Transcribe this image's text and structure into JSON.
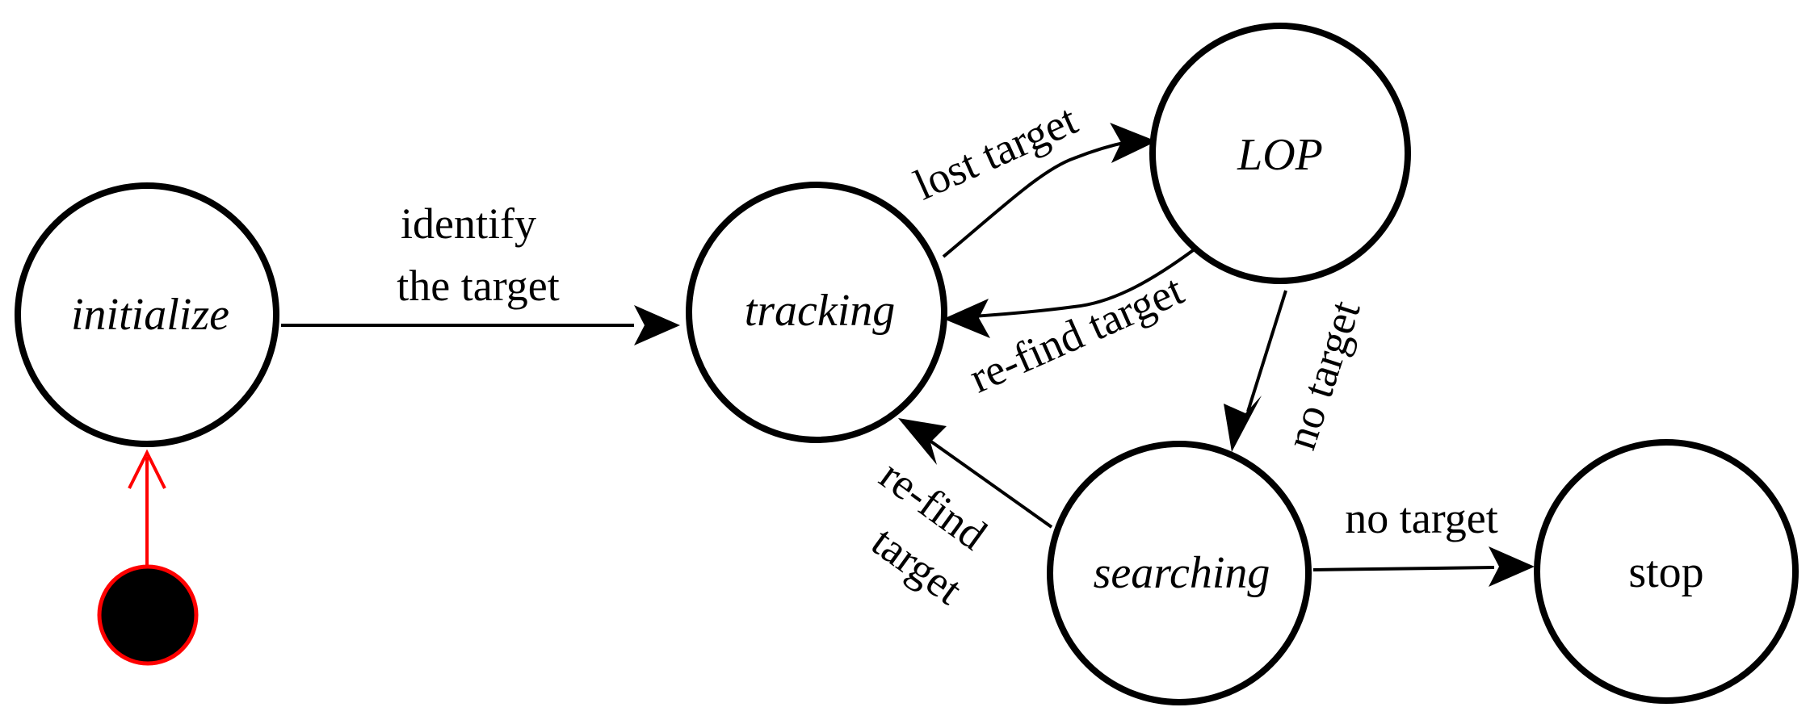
{
  "states": {
    "initialize": "initialize",
    "tracking": "tracking",
    "lop": "LOP",
    "searching": "searching",
    "stop": "stop"
  },
  "transitions": {
    "initialize_to_tracking": [
      "identify",
      "the target"
    ],
    "tracking_to_lop": "lost target",
    "lop_to_tracking": "re-find target",
    "lop_to_searching": "no target",
    "searching_to_tracking": [
      "re-find",
      "target"
    ],
    "searching_to_stop": "no target"
  },
  "colors": {
    "line": "#000000",
    "initial_pseudostate_border": "#ff0000",
    "initial_pseudostate_fill": "#000000"
  }
}
